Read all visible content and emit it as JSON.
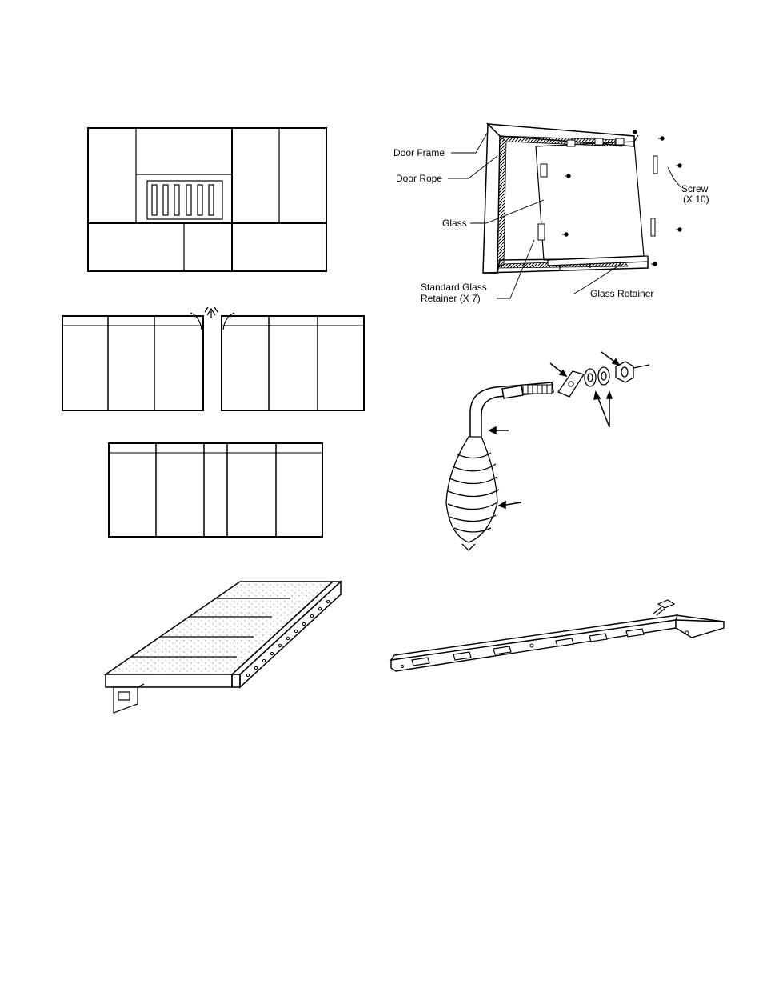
{
  "door_assembly": {
    "labels": {
      "door_frame": "Door Frame",
      "door_rope": "Door Rope",
      "glass": "Glass",
      "screw_line1": "Screw",
      "screw_line2": "(X 10)",
      "standard_retainer_line1": "Standard Glass",
      "standard_retainer_line2": "Retainer (X 7)",
      "glass_retainer": "Glass Retainer"
    }
  },
  "colors": {
    "line": "#000000",
    "background": "#ffffff",
    "speckle": "#8a8a8a"
  }
}
